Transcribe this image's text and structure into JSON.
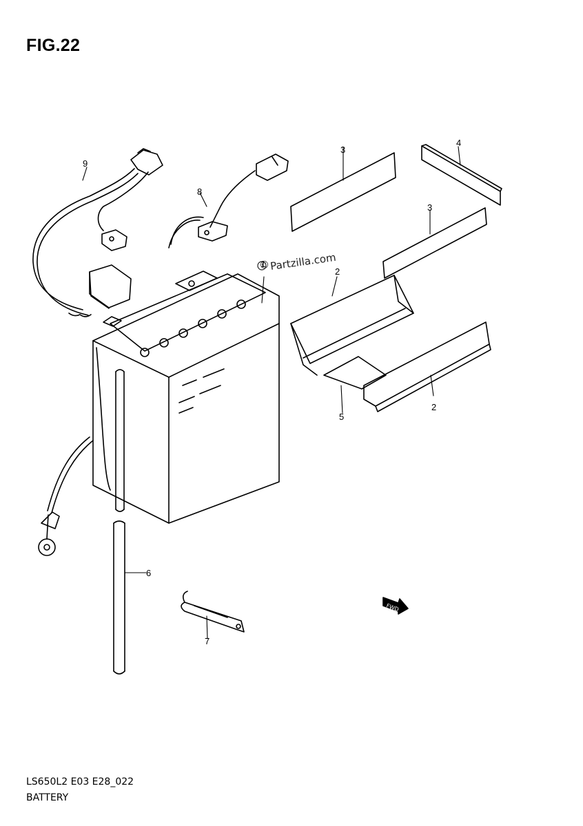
{
  "figure": {
    "title": "FIG.22"
  },
  "watermark": {
    "text": "Partzilla.com",
    "symbol": "©"
  },
  "callouts": [
    {
      "id": "c-1",
      "text": "1"
    },
    {
      "id": "c-2a",
      "text": "2"
    },
    {
      "id": "c-2b",
      "text": "2"
    },
    {
      "id": "c-3a",
      "text": "3"
    },
    {
      "id": "c-3b",
      "text": "3"
    },
    {
      "id": "c-4",
      "text": "4"
    },
    {
      "id": "c-5",
      "text": "5"
    },
    {
      "id": "c-6",
      "text": "6"
    },
    {
      "id": "c-7",
      "text": "7"
    },
    {
      "id": "c-8",
      "text": "8"
    },
    {
      "id": "c-9",
      "text": "9"
    }
  ],
  "footer": {
    "code": "LS650L2 E03 E28_022",
    "name": "BATTERY"
  },
  "direction_icon": {
    "text": "FWD"
  }
}
